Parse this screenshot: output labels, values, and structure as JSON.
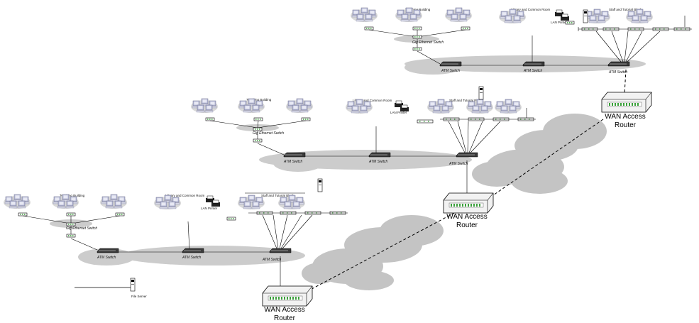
{
  "labels": {
    "teaching_building": "Teaching Building",
    "library": "Library and Common Room",
    "tutorial_block": "Staff and Tutorial Block",
    "gig_switch": "Gig Ethernet Switch",
    "atm_switch": "ATM Switch",
    "wan_router_line1": "WAN Access",
    "wan_router_line2": "Router",
    "file_server": "File Server",
    "lan_printer": "LAN Printer"
  },
  "sites": [
    "campus-bottom-left",
    "campus-middle",
    "campus-top-right"
  ],
  "colors": {
    "cloud": "#c4c4c4",
    "line": "#000000",
    "router_led": "#3aa03a",
    "pc": "#b7bad6"
  }
}
